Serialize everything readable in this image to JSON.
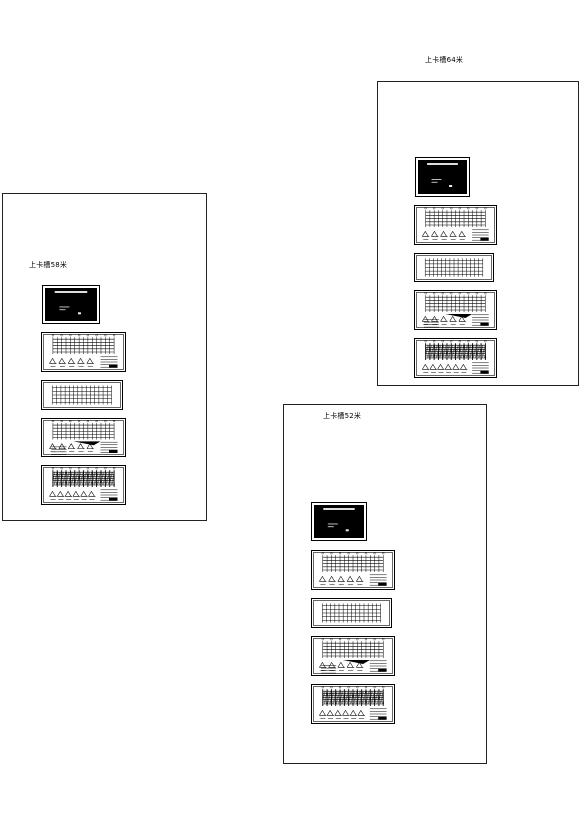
{
  "sheets": [
    {
      "id": "sheet-58",
      "label": "上卡槽58米"
    },
    {
      "id": "sheet-64",
      "label": "上卡槽64米"
    },
    {
      "id": "sheet-52",
      "label": "上卡槽52米"
    }
  ],
  "colors": {
    "border": "#222222",
    "ink": "#000000",
    "paper": "#ffffff"
  },
  "thumbnails_per_sheet": [
    "cover-sheet",
    "plan-with-details",
    "plan-simple",
    "plan-with-notes",
    "roof-plan-with-sections"
  ]
}
